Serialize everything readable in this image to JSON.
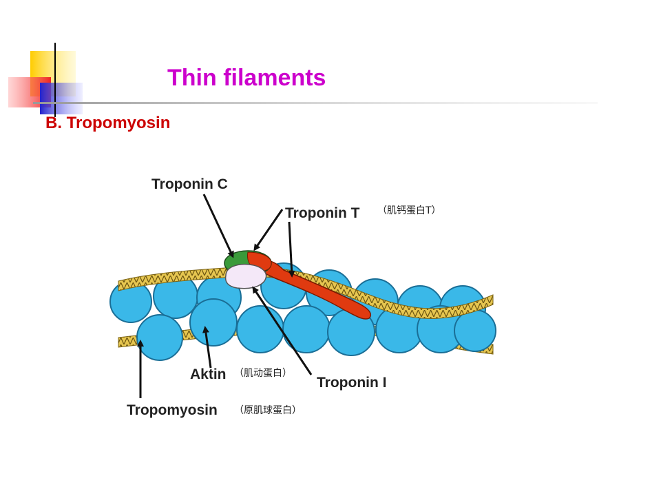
{
  "slide": {
    "title": "Thin filaments",
    "subtitle": "B. Tropomyosin"
  },
  "diagram": {
    "labels": {
      "troponin_c": "Troponin C",
      "troponin_t": "Troponin T",
      "troponin_t_cn": "（肌钙蛋白T）",
      "aktin": "Aktin",
      "aktin_cn": "（肌动蛋白）",
      "troponin_i": "Troponin I",
      "tropomyosin": "Tropomyosin",
      "tropomyosin_cn": "（原肌球蛋白）"
    }
  },
  "colors": {
    "title": "#cc00cc",
    "subtitle": "#cc0000",
    "actin": "#3ab8e8",
    "actin_stroke": "#1a6e96",
    "tropomyosin": "#e8c850",
    "troponin_c": "#3a9a3a",
    "troponin_t": "#e03a10",
    "troponin_i": "#f4e8f8"
  }
}
